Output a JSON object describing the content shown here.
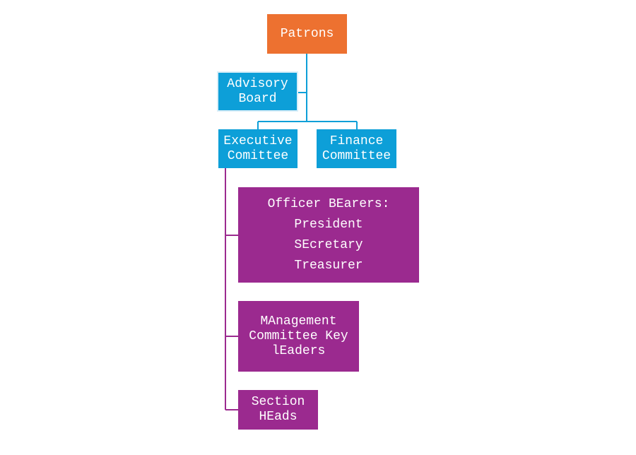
{
  "diagram": {
    "nodes": {
      "patrons": {
        "lines": [
          "Patrons"
        ]
      },
      "advisory_board": {
        "lines": [
          "Advisory",
          "Board"
        ]
      },
      "executive_comittee": {
        "lines": [
          "Executive",
          "Comittee"
        ]
      },
      "finance_committee": {
        "lines": [
          "Finance",
          "Committee"
        ]
      },
      "officer_bearers": {
        "lines": [
          "Officer BEarers:",
          "President",
          "SEcretary",
          "Treasurer"
        ]
      },
      "management_committee": {
        "lines": [
          "MAnagement",
          "Committee Key",
          "lEaders"
        ]
      },
      "section_heads": {
        "lines": [
          "Section",
          "HEads"
        ]
      }
    },
    "colors": {
      "patrons": "#ed7130",
      "committee": "#0d9fd8",
      "sub_unit": "#9b2a8f",
      "blue_connector": "#0d9fd8",
      "purple_connector": "#9b2a8f"
    }
  }
}
